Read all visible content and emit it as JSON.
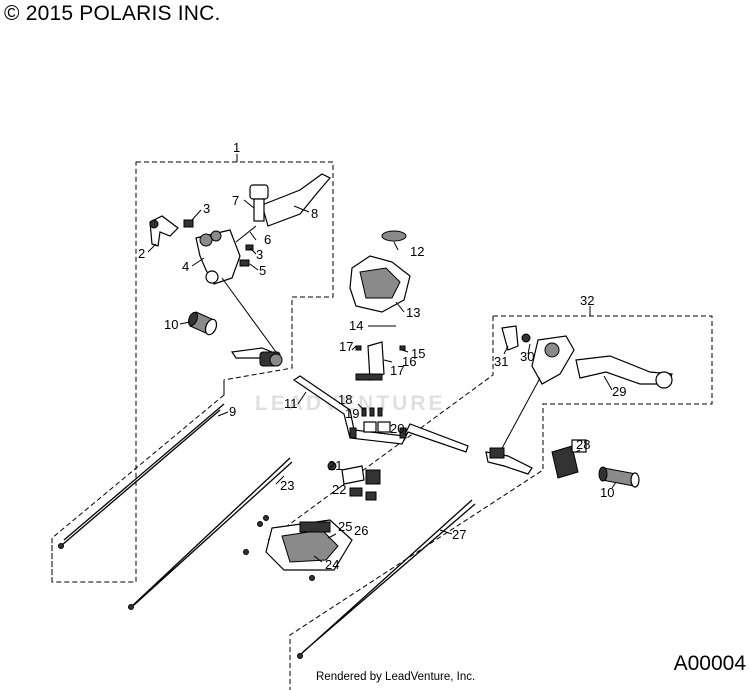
{
  "header": {
    "copyright": "© 2015 POLARIS INC."
  },
  "footer": {
    "rendered_by": "Rendered by LeadVenture, Inc.",
    "drawing_id": "A00004"
  },
  "watermark": {
    "text": "LEADVENTURE"
  },
  "callouts": {
    "c1": "1",
    "c2": "2",
    "c3a": "3",
    "c3b": "3",
    "c4": "4",
    "c5": "5",
    "c6": "6",
    "c7": "7",
    "c8": "8",
    "c9": "9",
    "c10a": "10",
    "c10b": "10",
    "c11": "11",
    "c12": "12",
    "c13": "13",
    "c14": "14",
    "c15": "15",
    "c16": "16",
    "c17a": "17",
    "c17b": "17",
    "c18": "18",
    "c19": "19",
    "c20": "20",
    "c21": "21",
    "c22": "22",
    "c23": "23",
    "c24": "24",
    "c25": "25",
    "c26": "26",
    "c27": "27",
    "c28": "28",
    "c29": "29",
    "c30": "30",
    "c31": "31",
    "c32": "32"
  }
}
